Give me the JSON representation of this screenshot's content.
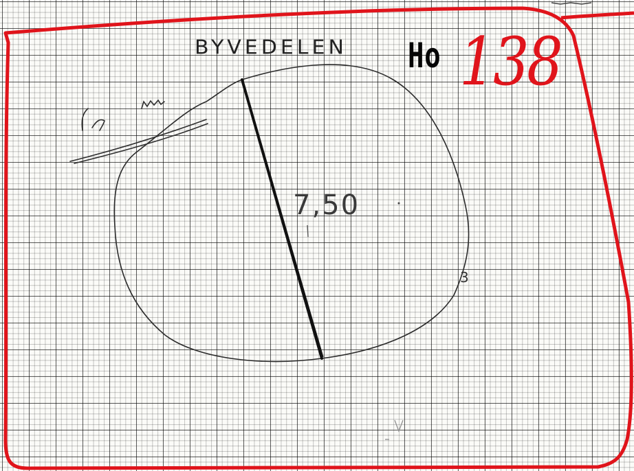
{
  "sheet": {
    "title": "BYVEDELEN",
    "number_prefix": "Ho",
    "number": "138",
    "diameter_label": "7,50",
    "corner_mark": "3"
  },
  "colors": {
    "paper": "#fbfbf8",
    "grid": "#000000",
    "ink": "#1a1a1a",
    "red_marker": "#e0141b"
  },
  "icons": {
    "north_arrow": "north-arrow-icon"
  }
}
